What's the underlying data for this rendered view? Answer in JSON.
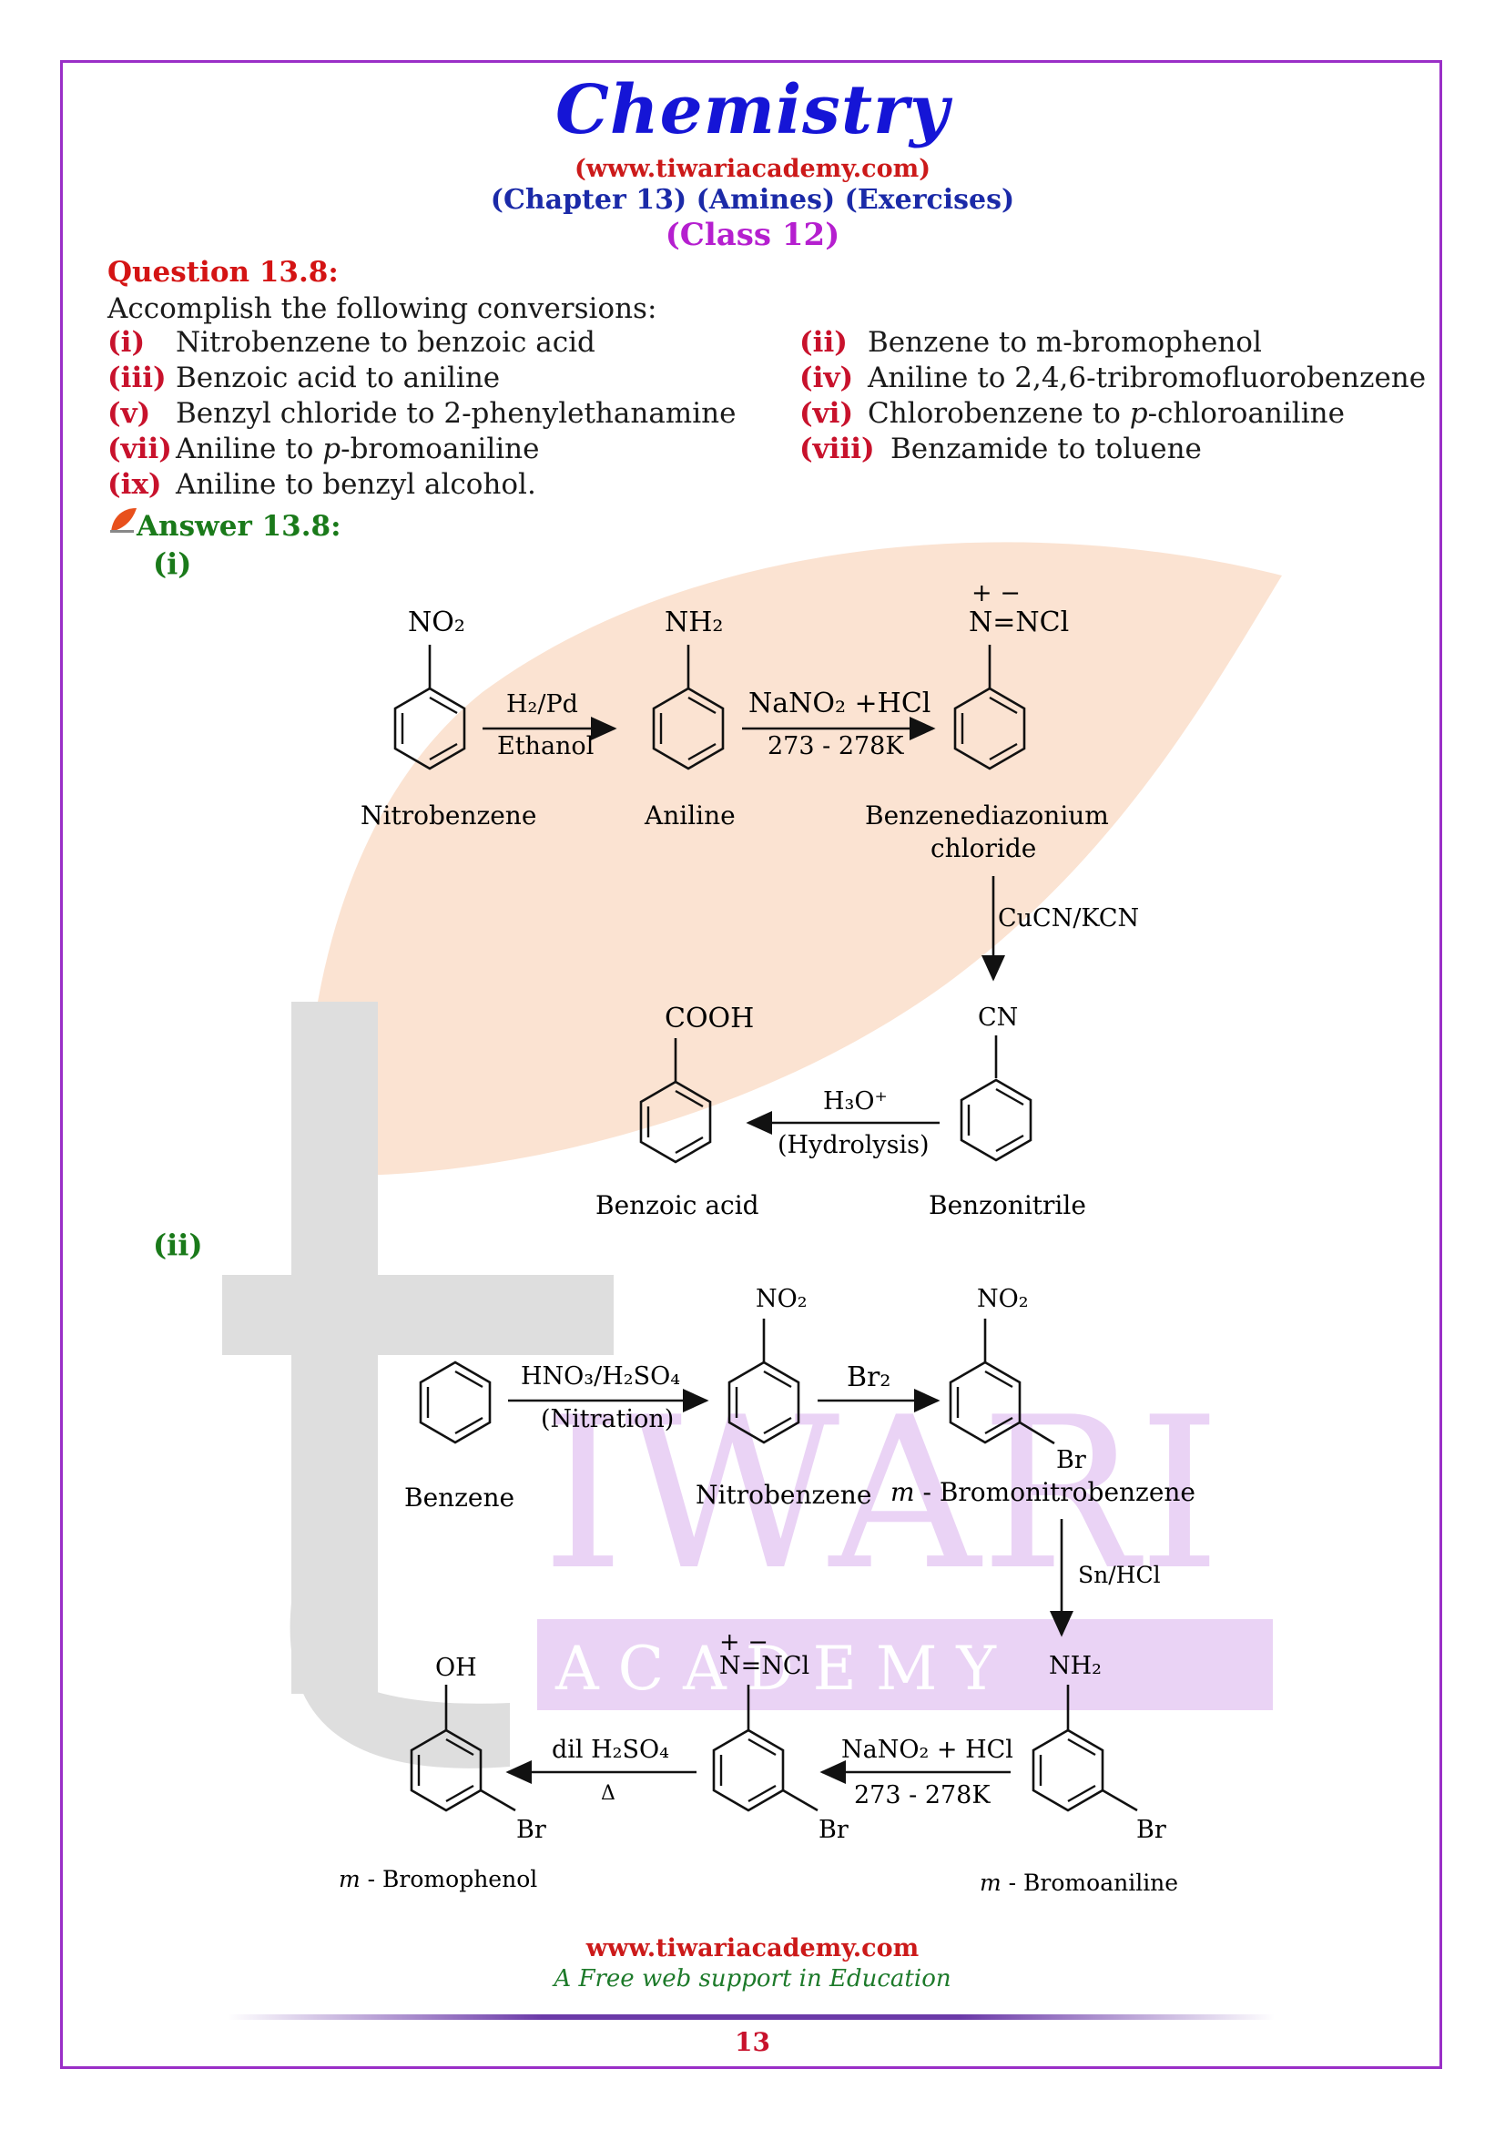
{
  "header": {
    "title": "Chemistry",
    "website": "(www.tiwariacademy.com)",
    "chapter": "(Chapter 13) (Amines) (Exercises)",
    "class": "(Class 12)"
  },
  "question": {
    "heading": "Question 13.8:",
    "prompt": "Accomplish the following conversions:",
    "items": [
      {
        "num": "(i)",
        "text": "Nitrobenzene to benzoic acid"
      },
      {
        "num": "(ii)",
        "text": "Benzene to m-bromophenol"
      },
      {
        "num": "(iii)",
        "text": "Benzoic acid to aniline"
      },
      {
        "num": "(iv)",
        "text": "Aniline to 2,4,6-tribromofluorobenzene"
      },
      {
        "num": "(v)",
        "text": "Benzyl chloride to 2-phenylethanamine"
      },
      {
        "num": "(vi)",
        "text_pre": "Chlorobenzene to ",
        "text_em": "p",
        "text_post": "-chloroaniline"
      },
      {
        "num": "(vii)",
        "text_pre": "Aniline to ",
        "text_em": "p",
        "text_post": "-bromoaniline"
      },
      {
        "num": "(viii)",
        "text": "Benzamide to toluene"
      },
      {
        "num": "(ix)",
        "text": "Aniline to benzyl alcohol."
      }
    ]
  },
  "answer": {
    "heading": "Answer 13.8:",
    "part1": {
      "label": "(i)",
      "compounds": {
        "nitrobenzene": "Nitrobenzene",
        "aniline": "Aniline",
        "diazonium_1": "Benzenediazonium",
        "diazonium_2": "chloride",
        "benzonitrile": "Benzonitrile",
        "benzoic_acid": "Benzoic acid"
      },
      "reagents": {
        "step1_top": "H₂/Pd",
        "step1_bottom": "Ethanol",
        "step2_top": "NaNO₂ +HCl",
        "step2_bottom": "273 - 278K",
        "step3": "CuCN/KCN",
        "step4_top": "H₃O⁺",
        "step4_bottom": "(Hydrolysis)"
      },
      "groups": {
        "no2": "NO₂",
        "nh2": "NH₂",
        "n2cl": "N=NCl",
        "charges": "+  −",
        "cn": "CN",
        "cooh": "COOH"
      }
    },
    "part2": {
      "label": "(ii)",
      "compounds": {
        "benzene": "Benzene",
        "nitrobenzene": "Nitrobenzene",
        "bromonitro_pre": "m",
        "bromonitro": " - Bromonitrobenzene",
        "bromoaniline_pre": "m",
        "bromoaniline": " - Bromoaniline",
        "bromophenol_pre": "m",
        "bromophenol": " - Bromophenol"
      },
      "reagents": {
        "step1_top": "HNO₃/H₂SO₄",
        "step1_bottom": "(Nitration)",
        "step2": "Br₂",
        "step3": "Sn/HCl",
        "step4_top": "NaNO₂ + HCl",
        "step4_bottom": "273 - 278K",
        "step5_top": "dil H₂SO₄",
        "step5_bottom": "Δ"
      },
      "groups": {
        "no2": "NO₂",
        "br": "Br",
        "nh2": "NH₂",
        "n2cl": "N=NCl",
        "charges": "+  −",
        "oh": "OH"
      }
    }
  },
  "watermark": {
    "line1": "IWARI",
    "line2": "A C A D E M Y"
  },
  "footer": {
    "website": "www.tiwariacademy.com",
    "tagline": "A Free web support in Education",
    "page": "13"
  },
  "colors": {
    "border": "#9a2fc7",
    "title": "#1515d6",
    "question": "#d41414",
    "answer": "#1a7a1a",
    "class": "#b51fcf"
  }
}
